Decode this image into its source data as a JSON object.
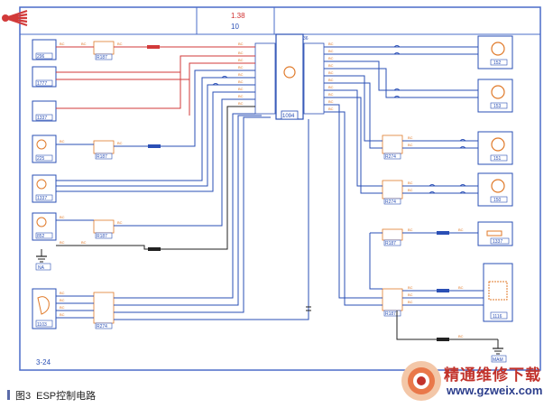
{
  "page": {
    "header_code_top": "1.38",
    "header_code_bottom": "10",
    "figure_tag": "3-24",
    "caption_num": "图3",
    "caption_text": "ESP控制电路"
  },
  "central_unit": {
    "ref": "1094",
    "pin_count_top": "36"
  },
  "left_components": [
    {
      "id": "c1",
      "ref": "296"
    },
    {
      "id": "c2",
      "ref": "1777"
    },
    {
      "id": "c3",
      "ref": "1337"
    },
    {
      "id": "c4",
      "ref": "225"
    },
    {
      "id": "c5",
      "ref": "1337"
    },
    {
      "id": "c6",
      "ref": "852"
    },
    {
      "id": "c7",
      "ref": "1103"
    }
  ],
  "left_connectors": [
    {
      "id": "k1",
      "ref": "R187"
    },
    {
      "id": "k2",
      "ref": "R187"
    },
    {
      "id": "k3",
      "ref": "R187"
    },
    {
      "id": "k4",
      "ref": "R274"
    }
  ],
  "ground_left": "NA",
  "right_components": [
    {
      "id": "r1",
      "ref": "152"
    },
    {
      "id": "r2",
      "ref": "153"
    },
    {
      "id": "r3",
      "ref": "151"
    },
    {
      "id": "r4",
      "ref": "150"
    },
    {
      "id": "r5",
      "ref": "1337"
    },
    {
      "id": "r6",
      "ref": "1116"
    }
  ],
  "right_connectors": [
    {
      "id": "rk1",
      "ref": "R274"
    },
    {
      "id": "rk2",
      "ref": "R274"
    },
    {
      "id": "rk3",
      "ref": "R187"
    },
    {
      "id": "rk4",
      "ref": "R187"
    }
  ],
  "ground_right": "MAM",
  "watermark": {
    "title": "精通维修下载",
    "url": "www.gzweix.com"
  },
  "colors": {
    "frame": "#4a6cc8",
    "wire_blue": "#2a4fb5",
    "wire_red": "#d23a3a",
    "wire_black": "#222222",
    "label_orange": "#e07a2a",
    "accent_red": "#d03030"
  }
}
